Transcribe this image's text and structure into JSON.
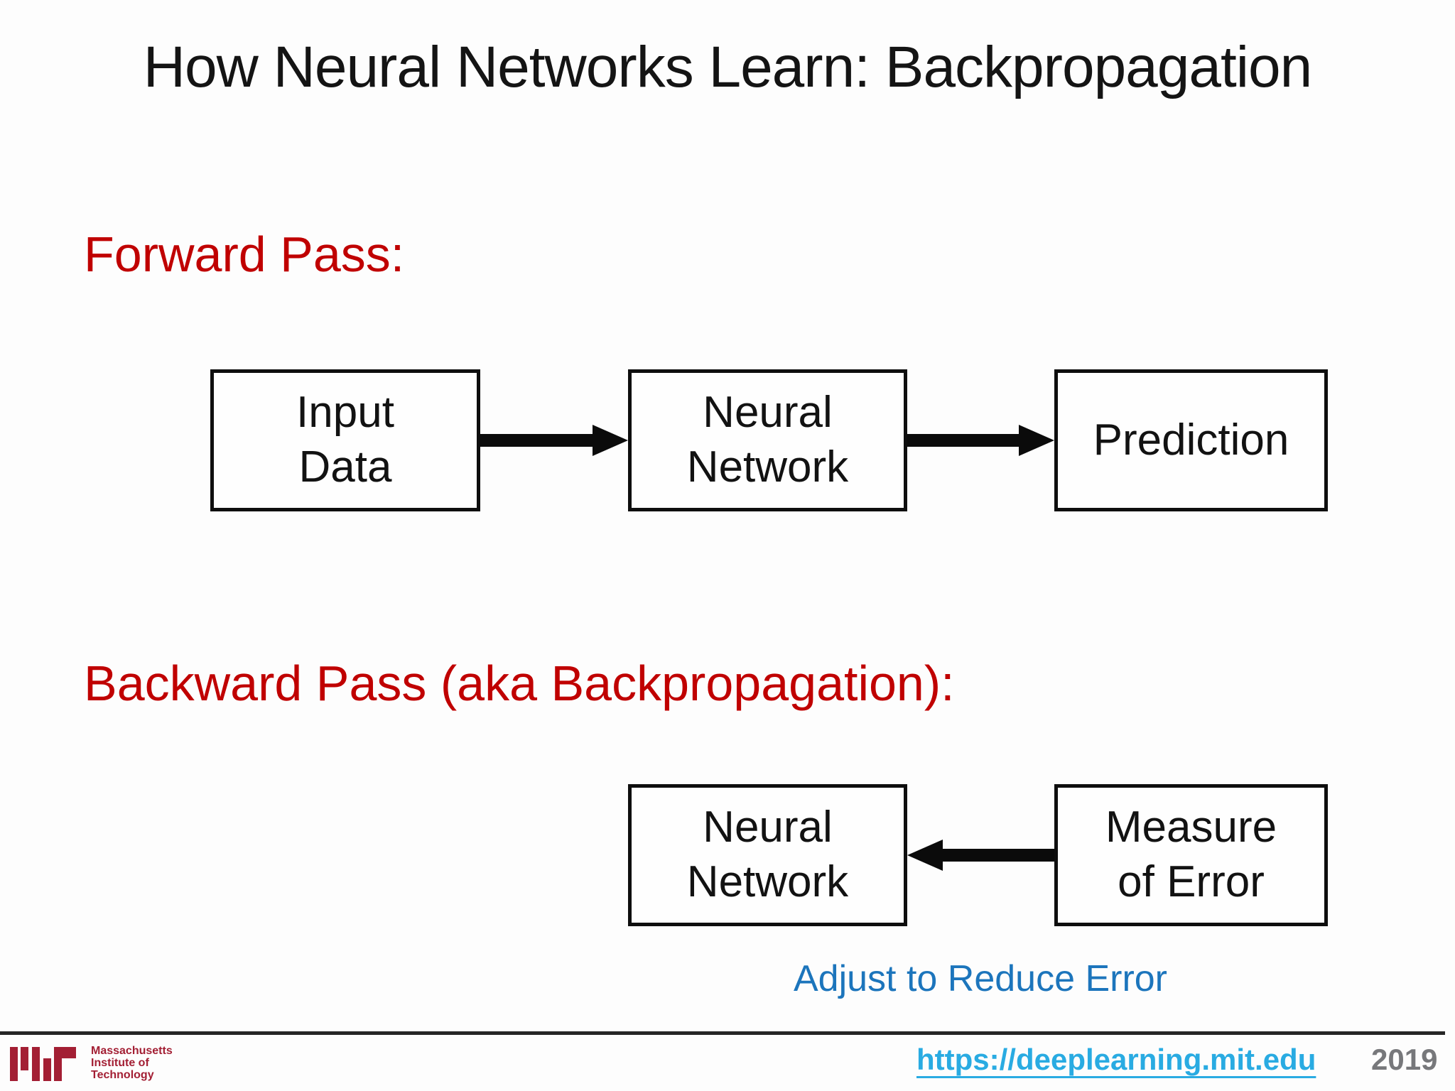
{
  "slide": {
    "title": "How Neural Networks Learn: Backpropagation",
    "forward_heading": "Forward Pass:",
    "backward_heading": "Backward Pass (aka Backpropagation):"
  },
  "forward_flow": {
    "boxes": [
      {
        "label": "Input\nData"
      },
      {
        "label": "Neural\nNetwork"
      },
      {
        "label": "Prediction"
      }
    ],
    "arrows": [
      "right",
      "right"
    ]
  },
  "backward_flow": {
    "boxes": [
      {
        "label": "Neural\nNetwork"
      },
      {
        "label": "Measure\nof Error"
      }
    ],
    "arrows": [
      "left"
    ],
    "caption": "Adjust to Reduce Error"
  },
  "footer": {
    "institution": [
      "Massachusetts",
      "Institute of",
      "Technology"
    ],
    "link": "https://deeplearning.mit.edu",
    "year": "2019"
  },
  "colors": {
    "heading_red": "#C00000",
    "caption_blue": "#1C75BC",
    "link_cyan": "#29ABE2",
    "year_gray": "#77787B",
    "mit_red": "#A31F34",
    "mit_gray": "#8A8B8D",
    "diagram_black": "#0e0e0e"
  }
}
